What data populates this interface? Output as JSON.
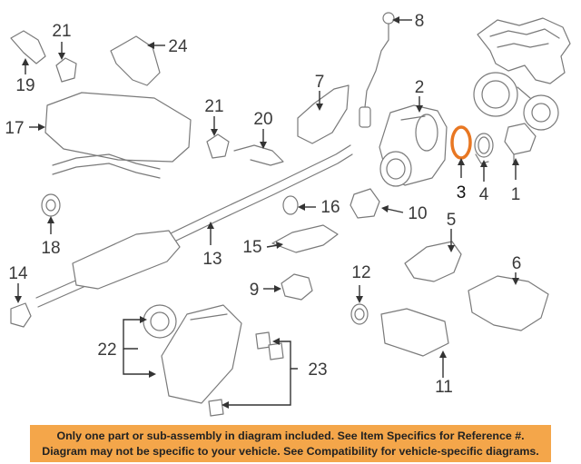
{
  "callouts": {
    "c1": "1",
    "c2": "2",
    "c3": "3",
    "c4": "4",
    "c5": "5",
    "c6": "6",
    "c7": "7",
    "c8": "8",
    "c9": "9",
    "c10": "10",
    "c11": "11",
    "c12": "12",
    "c13": "13",
    "c14": "14",
    "c15": "15",
    "c16": "16",
    "c17": "17",
    "c18": "18",
    "c19": "19",
    "c20": "20",
    "c21a": "21",
    "c21b": "21",
    "c22": "22",
    "c23": "23",
    "c24": "24"
  },
  "highlight_color": "#e87722",
  "footer": {
    "line1": "Only one part or sub-assembly in diagram included. See Item Specifics for Reference #.",
    "line2": "Diagram may not be specific to your vehicle. See Compatibility for vehicle-specific diagrams.",
    "background": "#f4a64a"
  }
}
